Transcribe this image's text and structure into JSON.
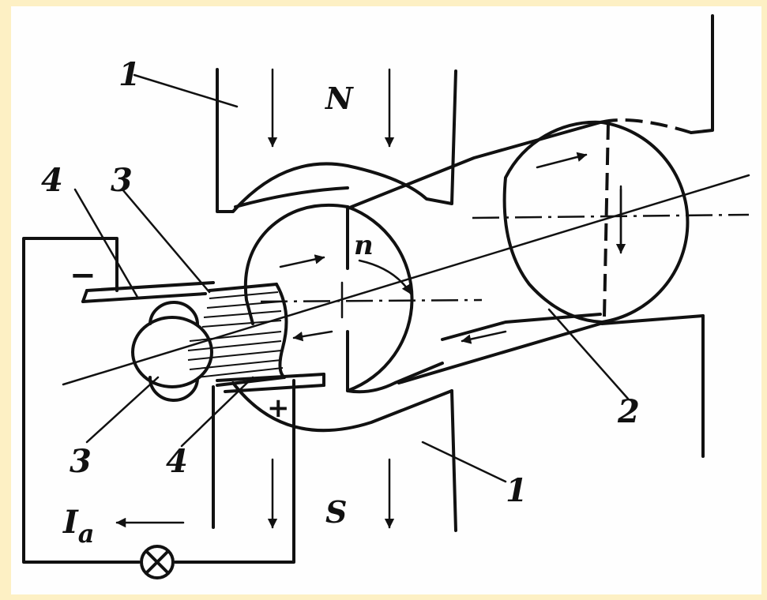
{
  "labels": {
    "pole_north": "N",
    "pole_south": "S",
    "rotation": "n",
    "current_symbol": "I",
    "current_subscript": "a",
    "minus_sign": "−",
    "plus_sign": "+",
    "callout_1_top": "1",
    "callout_1_bottom": "1",
    "callout_2": "2",
    "callout_3_top": "3",
    "callout_3_bottom": "3",
    "callout_4_top": "4",
    "callout_4_bottom": "4"
  },
  "colors": {
    "background": "#fdf0c4",
    "paper": "#fefefe",
    "ink": "#111111"
  }
}
